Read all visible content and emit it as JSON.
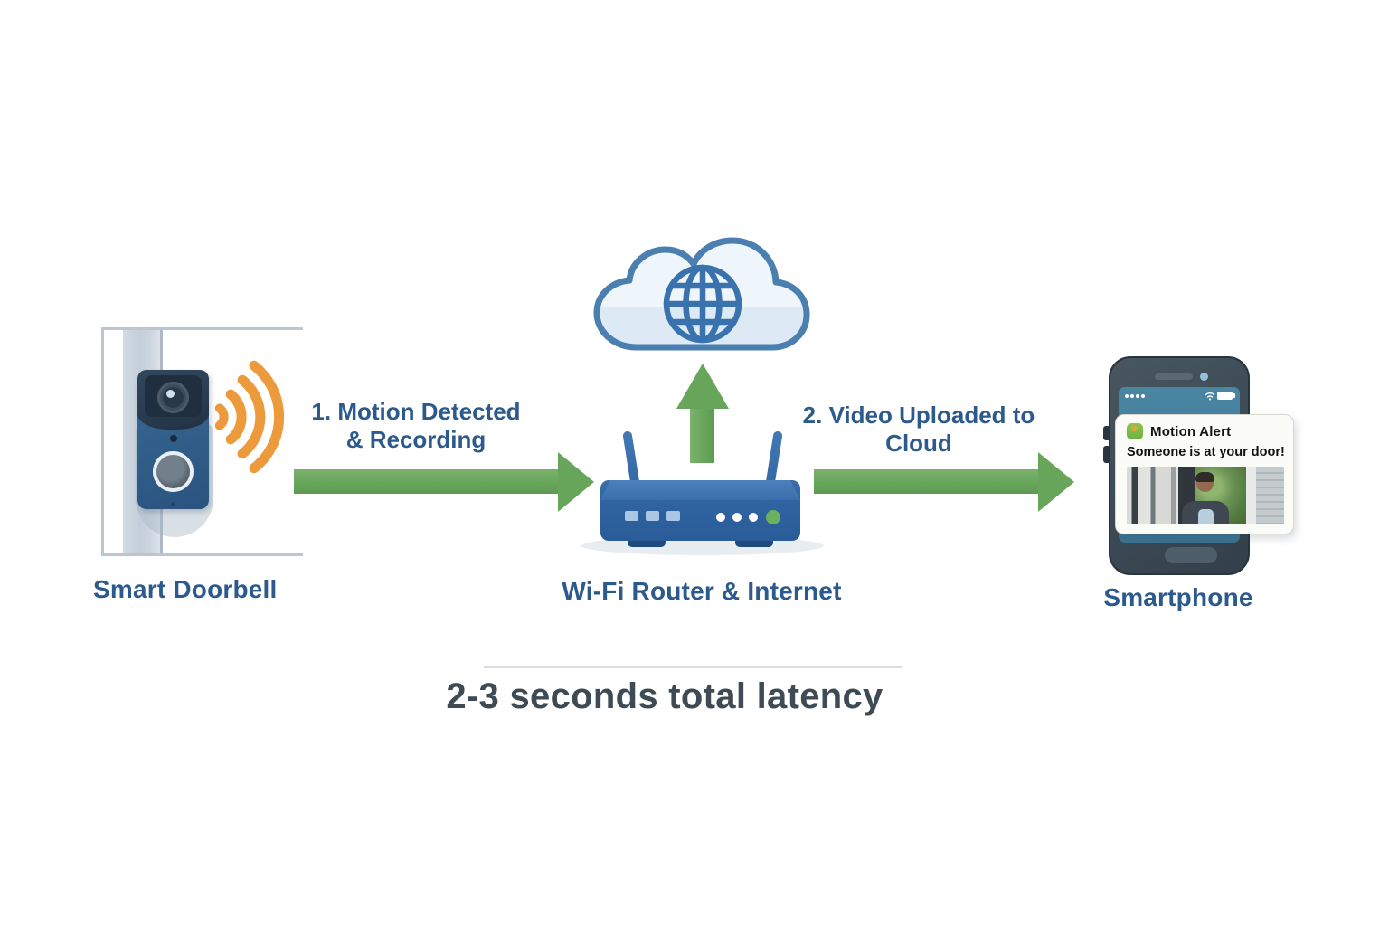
{
  "labels": {
    "smart_doorbell": "Smart Doorbell",
    "router": "Wi-Fi Router & Internet",
    "smartphone": "Smartphone"
  },
  "steps": {
    "step1_line1": "1. Motion Detected",
    "step1_line2": "& Recording",
    "step2": "2. Video Uploaded to Cloud"
  },
  "notification": {
    "title": "Motion Alert",
    "body": "Someone is at your door!"
  },
  "summary": {
    "latency": "2-3 seconds total latency"
  },
  "icons": {
    "wifi_waves": "wifi-waves-icon",
    "cloud_internet": "cloud-internet-icon",
    "globe": "globe-icon",
    "signal_strength": "signal-strength-icon",
    "wifi_status": "wifi-status-icon",
    "battery": "battery-icon",
    "motion_app": "motion-alert-app-icon",
    "arrow_right": "arrow-right-icon",
    "arrow_up": "arrow-up-icon"
  },
  "colors": {
    "arrow_green": "#67A55B",
    "wifi_orange": "#EC9A3C",
    "label_blue": "#2D5A8C",
    "latency_gray": "#3E4B54",
    "cloud_stroke_blue": "#4A7FB0",
    "router_blue": "#2F63A1",
    "led_green": "#6CB05E",
    "app_icon_green": "#7CC04A"
  }
}
